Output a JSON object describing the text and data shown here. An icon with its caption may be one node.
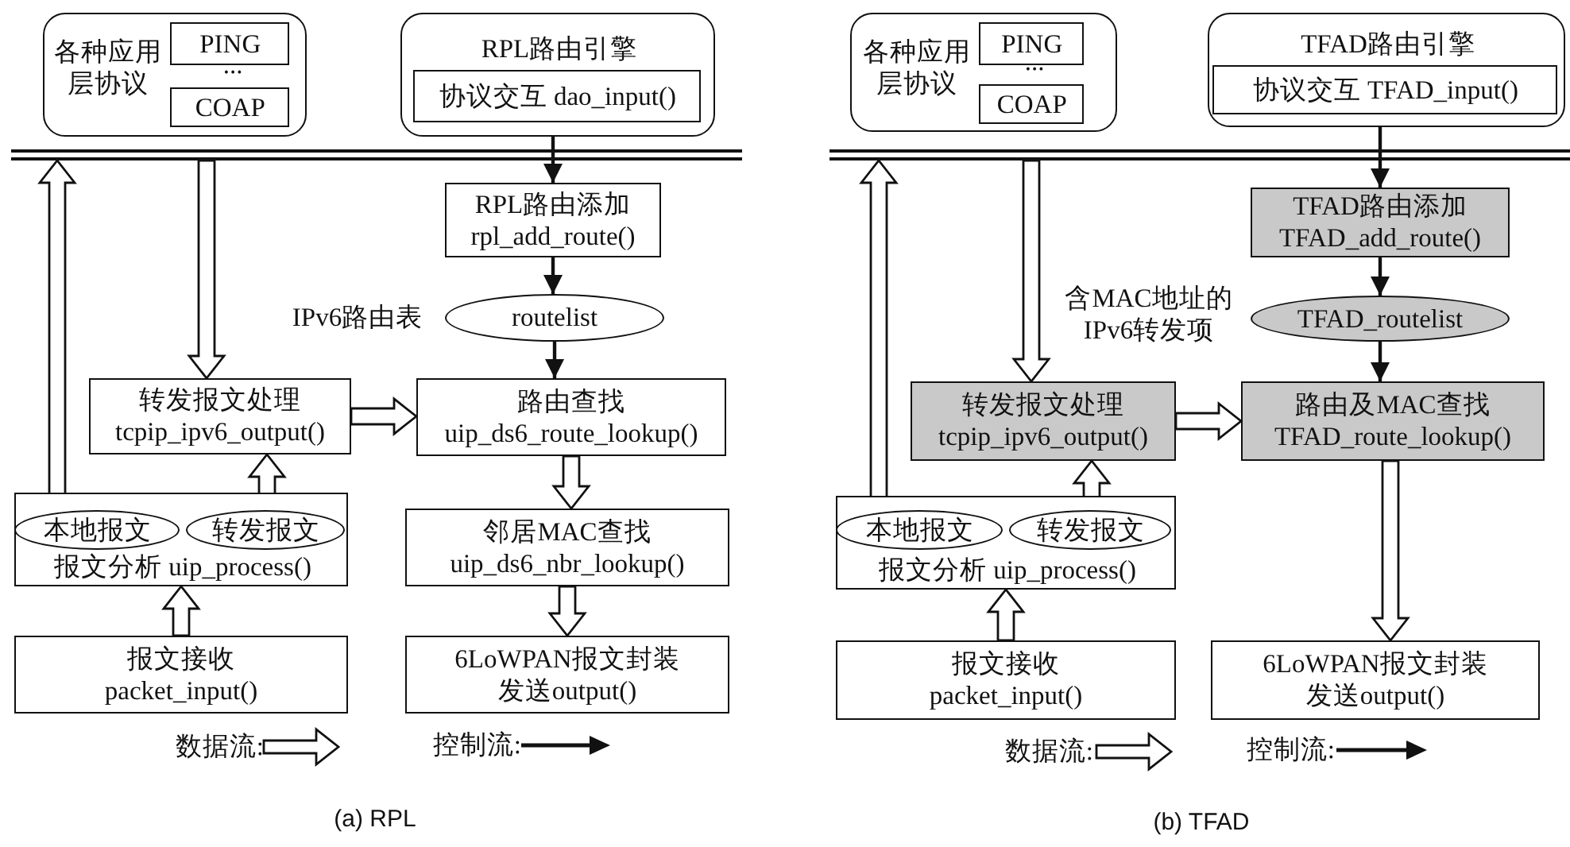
{
  "diagram": {
    "nodes": [
      {
        "text": [
          "各种应用层协议",
          "..."
        ]
      },
      {
        "text": [
          "PING"
        ],
        "in": 0
      },
      {
        "text": [
          "COAP"
        ],
        "in": 0
      },
      {
        "text": [
          "RPL路由引擎"
        ]
      },
      {
        "text": [
          "协议交互 dao_input()"
        ],
        "in": 3
      },
      {
        "text": [],
        "shape": "bar"
      },
      {
        "text": [
          "RPL路由添加",
          "rpl_add_route()"
        ]
      },
      {
        "text": [
          "routelist"
        ],
        "beside": [
          "IPv6路由表"
        ]
      },
      {
        "text": [
          "转发报文处理",
          "tcpip_ipv6_output()"
        ]
      },
      {
        "text": [
          "路由查找",
          "uip_ds6_route_lookup()"
        ]
      },
      {
        "text": [
          "报文分析 uip_process()"
        ]
      },
      {
        "text": [
          "本地报文"
        ],
        "in": 10
      },
      {
        "text": [
          "转发报文"
        ],
        "in": 10
      },
      {
        "text": [
          "邻居MAC查找",
          "uip_ds6_nbr_lookup()"
        ]
      },
      {
        "text": [
          "报文接收",
          "packet_input()"
        ]
      },
      {
        "text": [
          "6LoWPAN报文封装",
          "发送output()"
        ]
      },
      {
        "text": [
          "各种应用层协议",
          "..."
        ]
      },
      {
        "text": [
          "PING"
        ],
        "in": 16
      },
      {
        "text": [
          "COAP"
        ],
        "in": 16
      },
      {
        "text": [
          "TFAD路由引擎"
        ]
      },
      {
        "text": [
          "协议交互 TFAD_input()"
        ],
        "in": 19
      },
      {
        "text": [],
        "shape": "bar"
      },
      {
        "text": [
          "TFAD路由添加",
          "TFAD_add_route()"
        ]
      },
      {
        "text": [
          "TFAD_routelist"
        ],
        "beside": [
          "含MAC地址的IPv6转发项"
        ]
      },
      {
        "text": [
          "转发报文处理",
          "tcpip_ipv6_output()"
        ]
      },
      {
        "text": [
          "路由及MAC查找",
          "TFAD_route_lookup()"
        ]
      },
      {
        "text": [
          "报文分析 uip_process()"
        ]
      },
      {
        "text": [
          "本地报文"
        ],
        "in": 26
      },
      {
        "text": [
          "转发报文"
        ],
        "in": 26
      },
      {
        "text": [
          "报文接收",
          "packet_input()"
        ]
      },
      {
        "text": [
          "6LoWPAN报文封装",
          "发送output()"
        ]
      }
    ],
    "edges": [
      {
        "from": 3,
        "to": 6,
        "arrow": "to"
      },
      {
        "from": 6,
        "to": 7,
        "arrow": "to"
      },
      {
        "from": 7,
        "to": 9,
        "arrow": "to"
      },
      {
        "from": 5,
        "to": 8,
        "arrow": "to",
        "style": "thick"
      },
      {
        "from": 8,
        "to": 9,
        "arrow": "to",
        "style": "thick"
      },
      {
        "from": 12,
        "to": 8,
        "arrow": "to",
        "style": "thick"
      },
      {
        "from": 11,
        "to": 5,
        "arrow": "to",
        "style": "thick"
      },
      {
        "from": 14,
        "to": 10,
        "arrow": "to",
        "style": "thick"
      },
      {
        "from": 9,
        "to": 13,
        "arrow": "to",
        "style": "thick"
      },
      {
        "from": 13,
        "to": 15,
        "arrow": "to",
        "style": "thick"
      },
      {
        "from": 19,
        "to": 22,
        "arrow": "to"
      },
      {
        "from": 22,
        "to": 23,
        "arrow": "to"
      },
      {
        "from": 23,
        "to": 25,
        "arrow": "to"
      },
      {
        "from": 21,
        "to": 24,
        "arrow": "to",
        "style": "thick"
      },
      {
        "from": 24,
        "to": 25,
        "arrow": "to",
        "style": "thick"
      },
      {
        "from": 28,
        "to": 24,
        "arrow": "to",
        "style": "thick"
      },
      {
        "from": 27,
        "to": 21,
        "arrow": "to",
        "style": "thick"
      },
      {
        "from": 29,
        "to": 26,
        "arrow": "to",
        "style": "thick"
      },
      {
        "from": 25,
        "to": 30,
        "arrow": "to",
        "style": "thick"
      }
    ],
    "labels": [
      "(a) RPL",
      "(b) TFAD"
    ],
    "legend": [
      {
        "text": "数据流:"
      },
      {
        "text": "控制流:"
      },
      {
        "text": "数据流:"
      },
      {
        "text": "控制流:"
      }
    ]
  }
}
